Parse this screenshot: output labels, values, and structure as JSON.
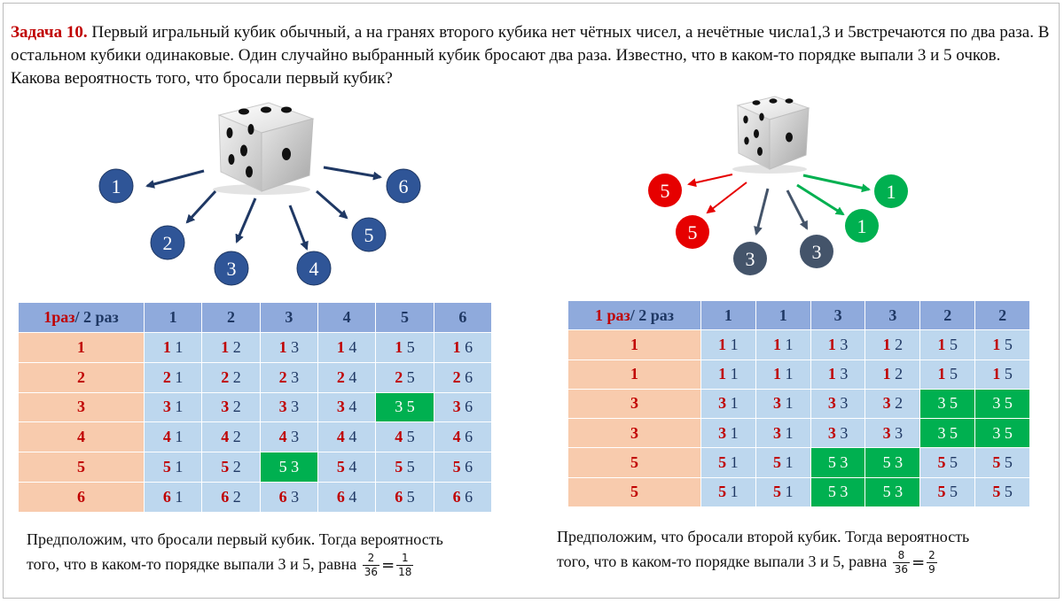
{
  "problem": {
    "title": "Задача 10.",
    "text": " Первый игральный кубик обычный, а на гранях второго кубика нет чётных чисел, а нечётные числа1,3 и 5встречаются по два раза. В остальном кубики одинаковые. Один случайно выбранный кубик бросают два раза. Известно, что в каком-то порядке выпали   3 и  5  очков. Какова вероятность того, что бросали первый кубик?"
  },
  "colors": {
    "die_blue": "#2f5597",
    "red": "#e60000",
    "green": "#00b050",
    "slate": "#44546a",
    "header": "#8faadc",
    "row_header": "#f8cbad",
    "cell": "#bdd7ee",
    "highlight": "#00b050"
  },
  "die1": {
    "faces": [
      "1",
      "2",
      "3",
      "4",
      "5",
      "6"
    ]
  },
  "die2": {
    "faces": [
      "5",
      "5",
      "3",
      "3",
      "1",
      "1"
    ]
  },
  "table1": {
    "corner_first": "1раз",
    "corner_second": "/ 2 раз",
    "columns": [
      "1",
      "2",
      "3",
      "4",
      "5",
      "6"
    ],
    "rows": [
      {
        "label": "1",
        "cells": [
          [
            "1",
            "1"
          ],
          [
            "1",
            "2"
          ],
          [
            "1",
            "3"
          ],
          [
            "1",
            "4"
          ],
          [
            "1",
            "5"
          ],
          [
            "1",
            "6"
          ]
        ]
      },
      {
        "label": "2",
        "cells": [
          [
            "2",
            "1"
          ],
          [
            "2",
            "2"
          ],
          [
            "2",
            "3"
          ],
          [
            "2",
            "4"
          ],
          [
            "2",
            "5"
          ],
          [
            "2",
            "6"
          ]
        ]
      },
      {
        "label": "3",
        "cells": [
          [
            "3",
            "1"
          ],
          [
            "3",
            "2"
          ],
          [
            "3",
            "3"
          ],
          [
            "3",
            "4"
          ],
          [
            "3",
            "5"
          ],
          [
            "3",
            "6"
          ]
        ]
      },
      {
        "label": "4",
        "cells": [
          [
            "4",
            "1"
          ],
          [
            "4",
            "2"
          ],
          [
            "4",
            "3"
          ],
          [
            "4",
            "4"
          ],
          [
            "4",
            "5"
          ],
          [
            "4",
            "6"
          ]
        ]
      },
      {
        "label": "5",
        "cells": [
          [
            "5",
            "1"
          ],
          [
            "5",
            "2"
          ],
          [
            "5",
            "3"
          ],
          [
            "5",
            "4"
          ],
          [
            "5",
            "5"
          ],
          [
            "5",
            "6"
          ]
        ]
      },
      {
        "label": "6",
        "cells": [
          [
            "6",
            "1"
          ],
          [
            "6",
            "2"
          ],
          [
            "6",
            "3"
          ],
          [
            "6",
            "4"
          ],
          [
            "6",
            "5"
          ],
          [
            "6",
            "6"
          ]
        ]
      }
    ],
    "highlight": [
      [
        2,
        4
      ],
      [
        4,
        2
      ]
    ]
  },
  "table2": {
    "corner_first": "1 раз",
    "corner_second": "/ 2 раз",
    "columns": [
      "1",
      "1",
      "3",
      "3",
      "2",
      "2"
    ],
    "rows": [
      {
        "label": "1",
        "cells": [
          [
            "1",
            "1"
          ],
          [
            "1",
            "1"
          ],
          [
            "1",
            "3"
          ],
          [
            "1",
            "2"
          ],
          [
            "1",
            "5"
          ],
          [
            "1",
            "5"
          ]
        ]
      },
      {
        "label": "1",
        "cells": [
          [
            "1",
            "1"
          ],
          [
            "1",
            "1"
          ],
          [
            "1",
            "3"
          ],
          [
            "1",
            "2"
          ],
          [
            "1",
            "5"
          ],
          [
            "1",
            "5"
          ]
        ]
      },
      {
        "label": "3",
        "cells": [
          [
            "3",
            "1"
          ],
          [
            "3",
            "1"
          ],
          [
            "3",
            "3"
          ],
          [
            "3",
            "2"
          ],
          [
            "3",
            "5"
          ],
          [
            "3",
            "5"
          ]
        ]
      },
      {
        "label": "3",
        "cells": [
          [
            "3",
            "1"
          ],
          [
            "3",
            "1"
          ],
          [
            "3",
            "3"
          ],
          [
            "3",
            "3"
          ],
          [
            "3",
            "5"
          ],
          [
            "3",
            "5"
          ]
        ]
      },
      {
        "label": "5",
        "cells": [
          [
            "5",
            "1"
          ],
          [
            "5",
            "1"
          ],
          [
            "5",
            "3"
          ],
          [
            "5",
            "3"
          ],
          [
            "5",
            "5"
          ],
          [
            "5",
            "5"
          ]
        ]
      },
      {
        "label": "5",
        "cells": [
          [
            "5",
            "1"
          ],
          [
            "5",
            "1"
          ],
          [
            "5",
            "3"
          ],
          [
            "5",
            "3"
          ],
          [
            "5",
            "5"
          ],
          [
            "5",
            "5"
          ]
        ]
      }
    ],
    "highlight": [
      [
        2,
        4
      ],
      [
        2,
        5
      ],
      [
        3,
        4
      ],
      [
        3,
        5
      ],
      [
        4,
        2
      ],
      [
        4,
        3
      ],
      [
        5,
        2
      ],
      [
        5,
        3
      ]
    ]
  },
  "conclusion1": {
    "line1": "Предположим, что бросали  первый кубик. Тогда вероятность",
    "line2": "того, что в каком-то порядке выпали 3 и 5, равна",
    "frac1_num": "2",
    "frac1_den": "36",
    "equals": "=",
    "frac2_num": "1",
    "frac2_den": "18"
  },
  "conclusion2": {
    "line1": "Предположим, что бросали  второй кубик. Тогда вероятность",
    "line2": "того, что в каком-то порядке выпали 3 и 5, равна",
    "frac1_num": "8",
    "frac1_den": "36",
    "equals": "=",
    "frac2_num": "2",
    "frac2_den": "9"
  }
}
